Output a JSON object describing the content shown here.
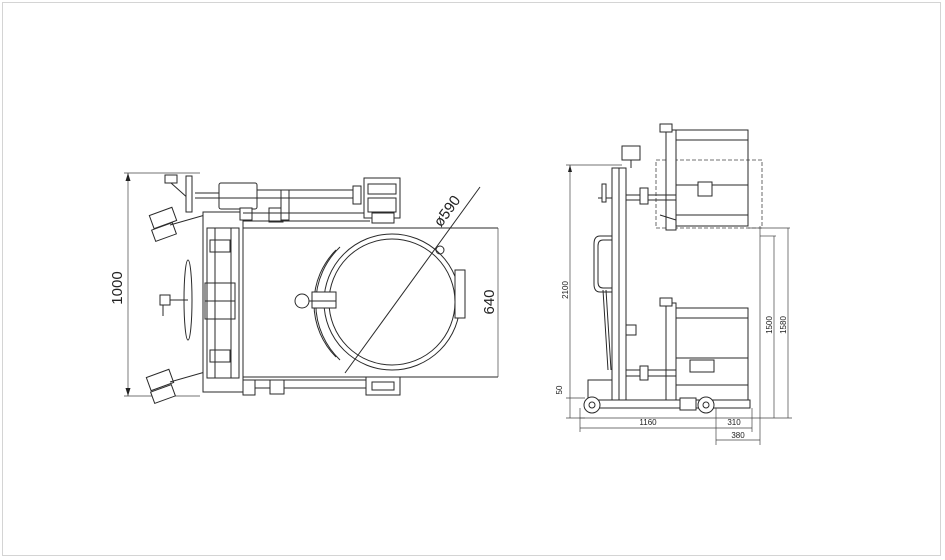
{
  "dimensions": {
    "top_view": {
      "height": "1000",
      "drum_height": "640",
      "drum_diameter": "ø590"
    },
    "side_view": {
      "total_height": "2100",
      "lift_height_1": "1500",
      "lift_height_2": "1580",
      "ground_clearance": "50",
      "length": "1160",
      "dim_310": "310",
      "dim_380": "380"
    }
  },
  "colors": {
    "line": "#2a2a2a",
    "frame_border": "#d4d4d4"
  }
}
